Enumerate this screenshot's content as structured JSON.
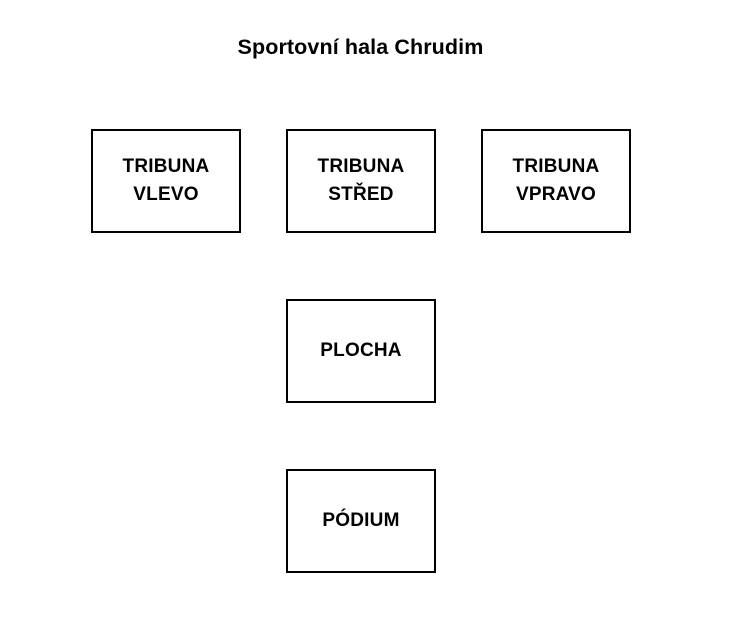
{
  "title": "Sportovní hala Chrudim",
  "colors": {
    "background": "#ffffff",
    "box_fill": "#ffffff",
    "box_border": "#000000",
    "text": "#000000"
  },
  "zones": [
    {
      "id": "tribuna-vlevo",
      "label": "TRIBUNA\nVLEVO",
      "row": "top",
      "position": "left"
    },
    {
      "id": "tribuna-stred",
      "label": "TRIBUNA\nSTŘED",
      "row": "top",
      "position": "center"
    },
    {
      "id": "tribuna-vpravo",
      "label": "TRIBUNA\nVPRAVO",
      "row": "top",
      "position": "right"
    },
    {
      "id": "plocha",
      "label": "PLOCHA",
      "row": "middle",
      "position": "center"
    },
    {
      "id": "podium",
      "label": "PÓDIUM",
      "row": "bottom",
      "position": "center"
    }
  ]
}
